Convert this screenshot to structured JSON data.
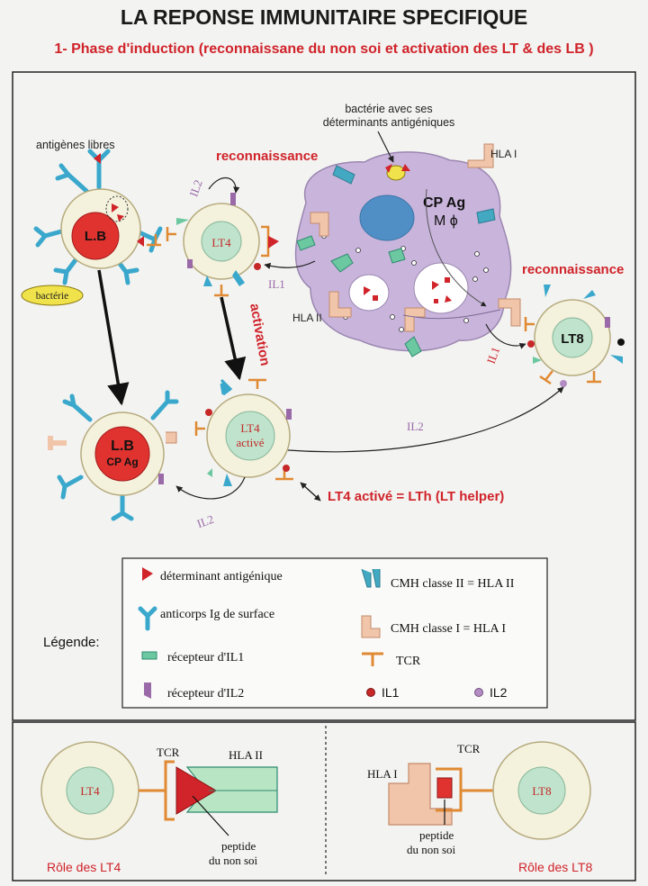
{
  "title": "LA REPONSE IMMUNITAIRE SPECIFIQUE",
  "subtitle": "1- Phase d'induction (reconnaissane du non soi et activation des LT & des LB )",
  "colors": {
    "red": "#d0232a",
    "purple_bg": "#c9b4dc",
    "cell_ring": "#f4f1dc",
    "cell_nucleus": "#bfe3cc",
    "lb_nucleus": "#e0332f",
    "antibody": "#3aa8cc",
    "hla2": "#43a9c2",
    "hla1": "#f0c5aa",
    "tcr": "#e08a33",
    "il1_receptor": "#6cc8a0",
    "il2_receptor": "#9a6aa8",
    "il1": "#c62828",
    "il2": "#b48cc4",
    "bacterium": "#f0e24a"
  },
  "diagram": {
    "free_antigens": "antigènes libres",
    "bacteria_label": "bactérie",
    "lb": "L.B",
    "lt4": "LT4",
    "lt8": "LT8",
    "recognition_1": "reconnaissance",
    "recognition_2": "reconnaissance",
    "bacteria_note": [
      "bactérie avec ses",
      "déterminants antigéniques"
    ],
    "hla1": "HLA I",
    "hla2": "HLA II",
    "cpag": "CP Ag",
    "mphi": "M ϕ",
    "il2_top": "IL2",
    "il1_mid": "IL1",
    "il1_right": "IL1",
    "il2_long": "IL2",
    "il2_bottom": "IL2",
    "activation": "activation",
    "lb_cpag_1": "L.B",
    "lb_cpag_2": "CP Ag",
    "lt4_active_1": "LT4",
    "lt4_active_2": "activé",
    "lth": "LT4 activé = LTh (LT helper)"
  },
  "legend": {
    "title": "Légende:",
    "items": [
      {
        "label": "déterminant antigénique",
        "icon": "triangle-icon"
      },
      {
        "label": "anticorps Ig de surface",
        "icon": "antibody-icon"
      },
      {
        "label": "récepteur d'IL1",
        "icon": "il1-receptor-icon"
      },
      {
        "label": "récepteur d'IL2",
        "icon": "il2-receptor-icon"
      },
      {
        "label": "CMH classe II = HLA II",
        "icon": "hla2-icon"
      },
      {
        "label": "CMH classe I = HLA I",
        "icon": "hla1-icon"
      },
      {
        "label": "TCR",
        "icon": "tcr-icon"
      },
      {
        "label": "IL1",
        "icon": "il1-dot-icon"
      },
      {
        "label": "IL2",
        "icon": "il2-dot-icon"
      }
    ]
  },
  "roles": {
    "lt4_cell": "LT4",
    "tcr_left": "TCR",
    "hla2": "HLA II",
    "peptide_left": [
      "peptide",
      "du non soi"
    ],
    "role_lt4": "Rôle des LT4",
    "hla1": "HLA I",
    "tcr_right": "TCR",
    "lt8_cell": "LT8",
    "peptide_right": [
      "peptide",
      "du non soi"
    ],
    "role_lt8": "Rôle des LT8"
  }
}
